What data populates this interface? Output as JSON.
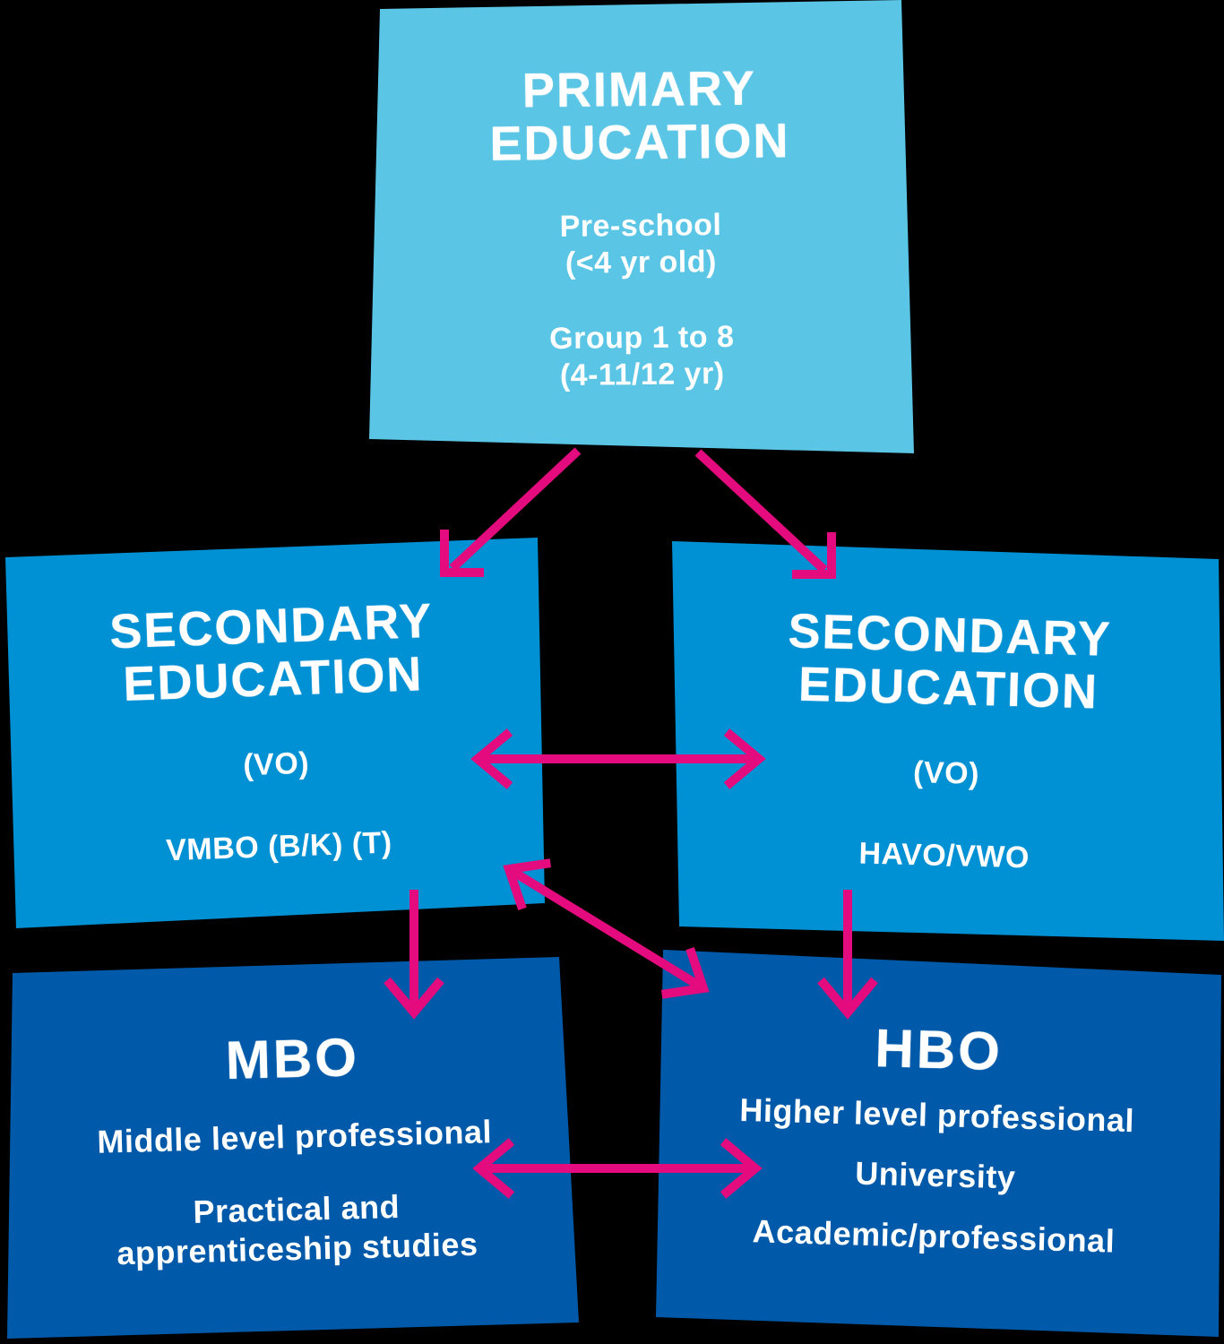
{
  "colors": {
    "background": "#000000",
    "box_light_blue": "#5BC5E6",
    "box_mid_blue": "#0090D4",
    "box_dark_blue": "#0059A9",
    "arrow_pink": "#E30B7D",
    "text": "#FFFFFF"
  },
  "boxes": {
    "primary": {
      "title": [
        "Primary",
        "Education"
      ],
      "body": [
        [
          "Pre-school",
          "(<4 yr old)"
        ],
        [
          "Group 1 to 8",
          "(4-11/12 yr)"
        ]
      ]
    },
    "secondary_left": {
      "title": [
        "Secondary",
        "Education"
      ],
      "body": [
        [
          "(VO)"
        ],
        [
          "VMBO (B/K) (T)"
        ]
      ]
    },
    "secondary_right": {
      "title": [
        "Secondary",
        "Education"
      ],
      "body": [
        [
          "(VO)"
        ],
        [
          "HAVO/VWO"
        ]
      ]
    },
    "mbo": {
      "title": [
        "MBO"
      ],
      "body": [
        [
          "Middle level professional"
        ],
        [
          "Practical and",
          "apprenticeship studies"
        ]
      ]
    },
    "hbo": {
      "title": [
        "HBO"
      ],
      "body": [
        [
          "Higher level professional"
        ],
        [
          "University"
        ],
        [
          "Academic/professional"
        ]
      ]
    }
  },
  "arrows": [
    {
      "from": "primary",
      "to": "secondary_left",
      "bidirectional": false
    },
    {
      "from": "primary",
      "to": "secondary_right",
      "bidirectional": false
    },
    {
      "from": "secondary_left",
      "to": "secondary_right",
      "bidirectional": true
    },
    {
      "from": "secondary_left",
      "to": "hbo",
      "bidirectional": true
    },
    {
      "from": "secondary_left",
      "to": "mbo",
      "bidirectional": false
    },
    {
      "from": "secondary_right",
      "to": "hbo",
      "bidirectional": false
    },
    {
      "from": "mbo",
      "to": "hbo",
      "bidirectional": true
    }
  ]
}
